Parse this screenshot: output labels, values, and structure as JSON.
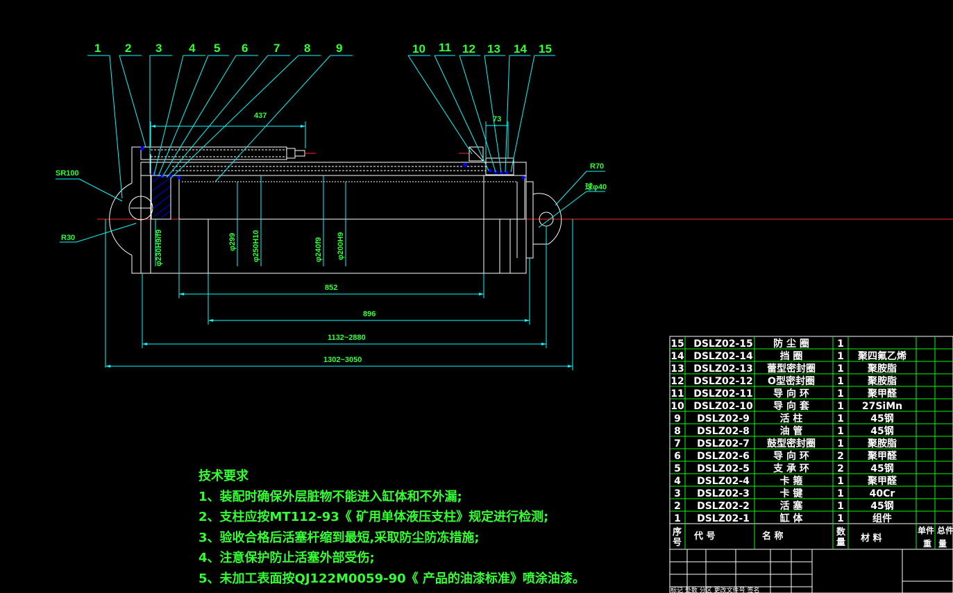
{
  "balloons": [
    "1",
    "2",
    "3",
    "4",
    "5",
    "6",
    "7",
    "8",
    "9",
    "10",
    "11",
    "12",
    "13",
    "14",
    "15"
  ],
  "dimensions": {
    "d437": "437",
    "d73": "73",
    "d852": "852",
    "d896": "896",
    "d1132": "1132~2880",
    "d1302": "1302~3050",
    "sr100": "SR100",
    "r30": "R30",
    "r70": "R70",
    "ball40": "球φ40",
    "dia1": "φ230H9/f9",
    "dia2": "φ299",
    "dia3": "φ250H10",
    "dia4": "φ240f9",
    "dia5": "φ200H9"
  },
  "requirements": {
    "title": "技术要求",
    "items": [
      "1、装配时确保外层脏物不能进入缸体和不外漏;",
      "2、支柱应按MT112-93《 矿用单体液压支柱》规定进行检测;",
      "3、验收合格后活塞杆缩到最短,采取防尘防冻措施;",
      "4、注意保护防止活塞外部受伤;",
      "5、未加工表面按QJ122M0059-90《  产品的油漆标准》喷涂油漆。"
    ]
  },
  "bom": {
    "rows": [
      {
        "no": "15",
        "code": "DSLZ02-15",
        "name": "防  尘  圈",
        "qty": "1",
        "material": ""
      },
      {
        "no": "14",
        "code": "DSLZ02-14",
        "name": "挡      圈",
        "qty": "1",
        "material": "聚四氟乙烯"
      },
      {
        "no": "13",
        "code": "DSLZ02-13",
        "name": "蕾型密封圈",
        "qty": "1",
        "material": "聚胺脂"
      },
      {
        "no": "12",
        "code": "DSLZ02-12",
        "name": "O型密封圈",
        "qty": "1",
        "material": "聚胺脂"
      },
      {
        "no": "11",
        "code": "DSLZ02-11",
        "name": "导  向  环",
        "qty": "1",
        "material": "聚甲醛"
      },
      {
        "no": "10",
        "code": "DSLZ02-10",
        "name": "导  向  套",
        "qty": "1",
        "material": "27SiMn"
      },
      {
        "no": "9",
        "code": "DSLZ02-9",
        "name": "活      柱",
        "qty": "1",
        "material": "45钢"
      },
      {
        "no": "8",
        "code": "DSLZ02-8",
        "name": "油      管",
        "qty": "1",
        "material": "45钢"
      },
      {
        "no": "7",
        "code": "DSLZ02-7",
        "name": "鼓型密封圈",
        "qty": "1",
        "material": "聚胺脂"
      },
      {
        "no": "6",
        "code": "DSLZ02-6",
        "name": "导  向  环",
        "qty": "2",
        "material": "聚甲醛"
      },
      {
        "no": "5",
        "code": "DSLZ02-5",
        "name": "支  承  环",
        "qty": "2",
        "material": "45钢"
      },
      {
        "no": "4",
        "code": "DSLZ02-4",
        "name": "卡      箍",
        "qty": "1",
        "material": "聚甲醛"
      },
      {
        "no": "3",
        "code": "DSLZ02-3",
        "name": "卡      键",
        "qty": "1",
        "material": "40Cr"
      },
      {
        "no": "2",
        "code": "DSLZ02-2",
        "name": "活      塞",
        "qty": "1",
        "material": "45钢"
      },
      {
        "no": "1",
        "code": "DSLZ02-1",
        "name": "缸      体",
        "qty": "1",
        "material": "组件"
      }
    ],
    "header": {
      "seq_a": "序",
      "seq_b": "号",
      "code": "代      号",
      "name": "名            称",
      "qty_a": "数",
      "qty_b": "量",
      "material": "材      料",
      "unit_a": "单件",
      "unit_b": "重",
      "total_a": "总件",
      "total_b": "量"
    },
    "footer_text": "标记 处数  分区  更改文件号 签名"
  },
  "colors": {
    "outline": "#ffffff",
    "dimension": "#00ffff",
    "leader": "#00ffff",
    "text": "#33ff33",
    "marker": "#0000ff",
    "hatch": "#0000ff",
    "center": "#ff0000"
  }
}
